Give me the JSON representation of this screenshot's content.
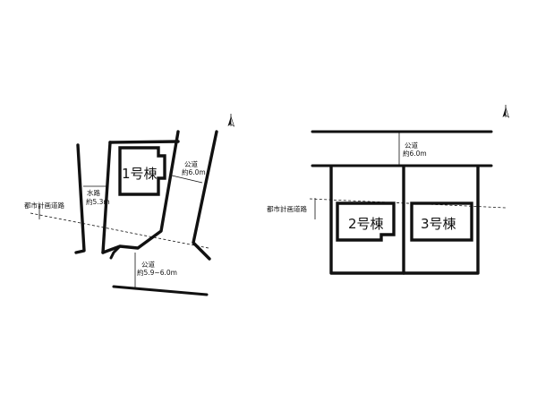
{
  "left_plan": {
    "building_label": "1号棟",
    "waterway": {
      "name": "水路",
      "width": "約5.3m"
    },
    "road_right": {
      "name": "公道",
      "width": "約6.0m"
    },
    "road_bottom": {
      "name": "公道",
      "width": "約5.9~6.0m"
    },
    "city_road": "都市計画道路"
  },
  "right_plan": {
    "building_2_label": "2号棟",
    "building_3_label": "3号棟",
    "road_top": {
      "name": "公道",
      "width": "約6.0m"
    },
    "city_road": "都市計画道路"
  }
}
